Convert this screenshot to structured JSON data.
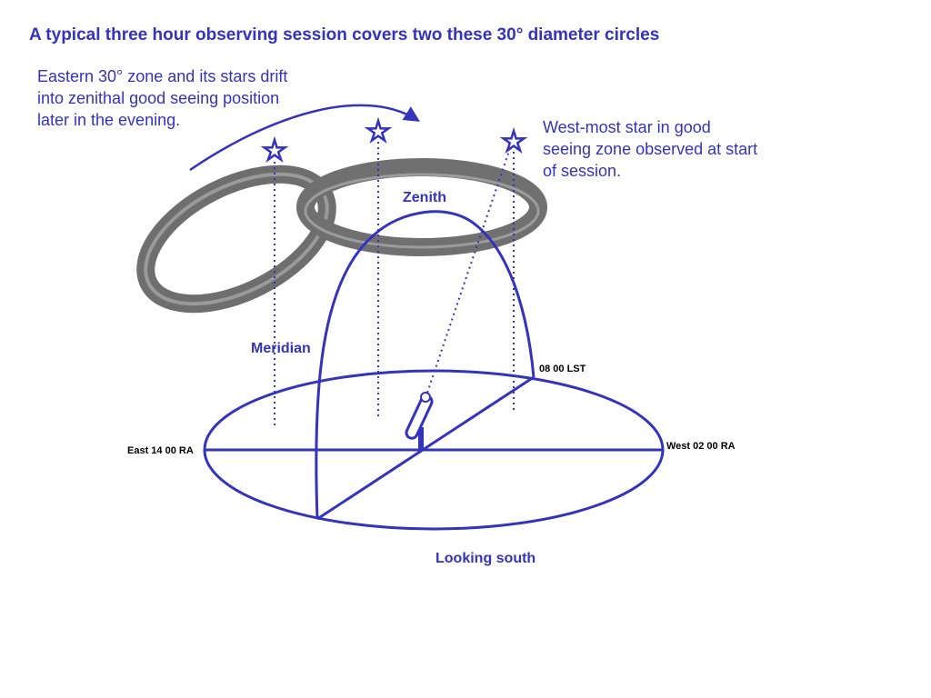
{
  "title": "A typical three hour observing session covers two these 30° diameter circles",
  "notes": {
    "east_zone": "Eastern 30° zone and its stars drift into zenithal good seeing position later in the evening.",
    "west_star": "West-most star in good seeing zone observed at start of session."
  },
  "labels": {
    "zenith": "Zenith",
    "meridian": "Meridian",
    "looking_south": "Looking south",
    "lst": "08 00 LST",
    "west": "West 02 00 RA",
    "east": "East 14 00 RA"
  },
  "colors": {
    "diagram_blue": "#3333bb",
    "ring_gray": "#777777"
  },
  "icons": [
    "star-icon",
    "telescope-icon",
    "drift-arrow-icon"
  ]
}
